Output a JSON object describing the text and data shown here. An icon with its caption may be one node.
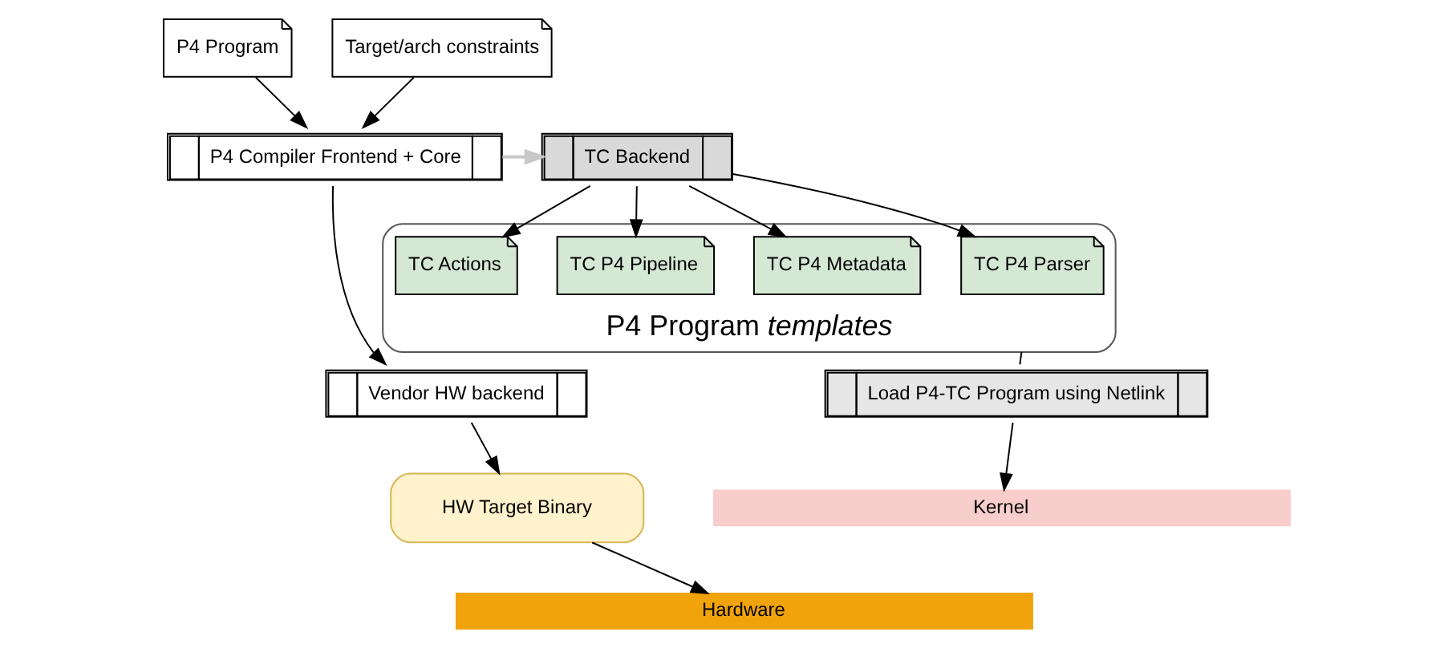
{
  "diagram": {
    "nodes": [
      {
        "text": [
          "P4 Program"
        ]
      },
      {
        "text": [
          "Target/arch constraints"
        ]
      },
      {
        "text": [
          "P4 Compiler Frontend + Core"
        ]
      },
      {
        "text": [
          "TC Backend"
        ]
      },
      {
        "text": [
          "P4 Program *templates*"
        ]
      },
      {
        "text": [
          "TC P4 Parser"
        ],
        "in": 4
      },
      {
        "text": [
          "TC P4 Metadata"
        ],
        "in": 4
      },
      {
        "text": [
          "TC P4 Pipeline"
        ],
        "in": 4
      },
      {
        "text": [
          "TC Actions"
        ],
        "in": 4
      },
      {
        "text": [
          "Vendor HW backend"
        ]
      },
      {
        "text": [
          "HW Target Binary"
        ]
      },
      {
        "text": [
          "Load P4-TC Program using Netlink"
        ]
      },
      {
        "text": [
          "Kernel"
        ]
      },
      {
        "text": [
          "Hardware"
        ]
      }
    ],
    "edges": [
      {
        "from": 0,
        "to": 2,
        "arrow": "to"
      },
      {
        "from": 1,
        "to": 2,
        "arrow": "to"
      },
      {
        "from": 2,
        "to": 3,
        "arrow": "to",
        "color": "#c8c8c8"
      },
      {
        "from": 3,
        "to": 5,
        "arrow": "to"
      },
      {
        "from": 3,
        "to": 6,
        "arrow": "to"
      },
      {
        "from": 3,
        "to": 7,
        "arrow": "to"
      },
      {
        "from": 3,
        "to": 8,
        "arrow": "to"
      },
      {
        "from": 2,
        "to": 9,
        "arrow": "to"
      },
      {
        "from": 9,
        "to": 10,
        "arrow": "to"
      },
      {
        "from": 10,
        "to": 13,
        "arrow": "to"
      },
      {
        "from": 4,
        "to": 11,
        "arrow": "none"
      },
      {
        "from": 11,
        "to": 12,
        "arrow": "to"
      }
    ]
  }
}
